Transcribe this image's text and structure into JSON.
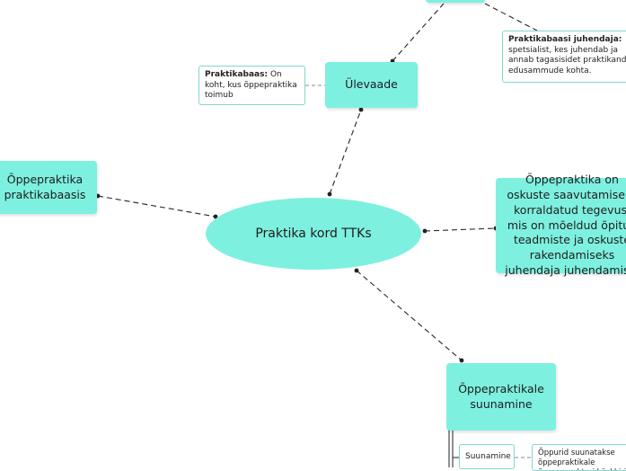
{
  "central": {
    "label": "Praktika kord TTKs"
  },
  "nodes": {
    "ulevaade": "Ülevaade",
    "oppepraktika_baasis": "Õppepraktika praktikabaasis",
    "definition": "Õppepraktika on oskuste saavutamiseks korraldatud tegevus, mis on mõeldud õpitud teadmiste ja oskuste rakendamiseks juhendaja juhendamisel",
    "suunamine": "Õppepraktikale suunamine"
  },
  "notes": {
    "praktikabaas_title": "Praktikabaas:",
    "praktikabaas_text": "On koht, kus õppepraktika toimub",
    "juhendaja_title": "Praktikabaasi juhendaja:",
    "juhendaja_text": "spetsialist, kes juhendab ja annab tagasisidet praktikandi edusammude kohta.",
    "suunamine_label": "Suunamine",
    "suunamine_text": "Õppurid suunatakse õppepraktikale õppeprorektori käskkirja alusel"
  }
}
